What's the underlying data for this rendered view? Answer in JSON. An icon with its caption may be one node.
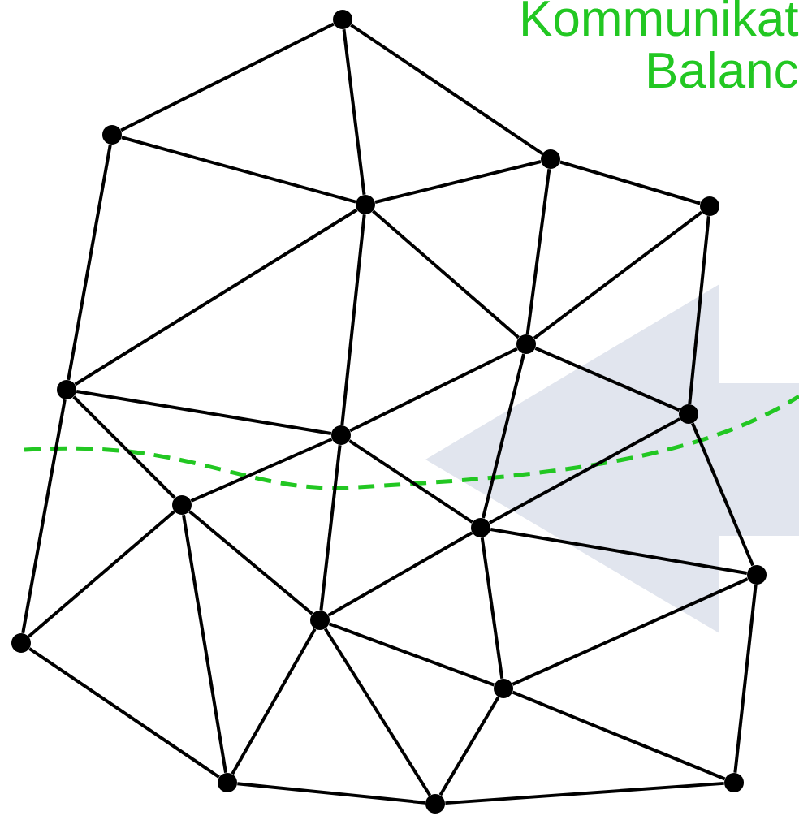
{
  "diagram": {
    "nodes": [
      {
        "text": [],
        "shape": "circle"
      },
      {
        "text": [],
        "shape": "circle"
      },
      {
        "text": [],
        "shape": "circle"
      },
      {
        "text": [],
        "shape": "circle"
      },
      {
        "text": [],
        "shape": "circle"
      },
      {
        "text": [],
        "shape": "circle"
      },
      {
        "text": [],
        "shape": "circle"
      },
      {
        "text": [],
        "shape": "circle"
      },
      {
        "text": [],
        "shape": "circle"
      },
      {
        "text": [],
        "shape": "circle"
      },
      {
        "text": [],
        "shape": "circle"
      },
      {
        "text": [],
        "shape": "circle"
      },
      {
        "text": [],
        "shape": "circle"
      },
      {
        "text": [],
        "shape": "circle"
      },
      {
        "text": [],
        "shape": "circle"
      },
      {
        "text": [],
        "shape": "circle"
      },
      {
        "text": [],
        "shape": "circle"
      },
      {
        "text": [],
        "shape": "circle"
      }
    ],
    "edges": [
      {
        "from": 0,
        "to": 1,
        "arrow": "none"
      },
      {
        "from": 0,
        "to": 3,
        "arrow": "none"
      },
      {
        "from": 0,
        "to": 2,
        "arrow": "none"
      },
      {
        "from": 1,
        "to": 3,
        "arrow": "none"
      },
      {
        "from": 1,
        "to": 5,
        "arrow": "none"
      },
      {
        "from": 3,
        "to": 2,
        "arrow": "none"
      },
      {
        "from": 2,
        "to": 4,
        "arrow": "none"
      },
      {
        "from": 3,
        "to": 5,
        "arrow": "none"
      },
      {
        "from": 3,
        "to": 7,
        "arrow": "none"
      },
      {
        "from": 3,
        "to": 6,
        "arrow": "none"
      },
      {
        "from": 2,
        "to": 6,
        "arrow": "none"
      },
      {
        "from": 4,
        "to": 6,
        "arrow": "none"
      },
      {
        "from": 4,
        "to": 8,
        "arrow": "none"
      },
      {
        "from": 6,
        "to": 8,
        "arrow": "none"
      },
      {
        "from": 6,
        "to": 7,
        "arrow": "none"
      },
      {
        "from": 6,
        "to": 10,
        "arrow": "none"
      },
      {
        "from": 5,
        "to": 7,
        "arrow": "none"
      },
      {
        "from": 5,
        "to": 9,
        "arrow": "none"
      },
      {
        "from": 5,
        "to": 12,
        "arrow": "none"
      },
      {
        "from": 7,
        "to": 9,
        "arrow": "none"
      },
      {
        "from": 7,
        "to": 13,
        "arrow": "none"
      },
      {
        "from": 7,
        "to": 10,
        "arrow": "none"
      },
      {
        "from": 8,
        "to": 10,
        "arrow": "none"
      },
      {
        "from": 8,
        "to": 11,
        "arrow": "none"
      },
      {
        "from": 9,
        "to": 12,
        "arrow": "none"
      },
      {
        "from": 9,
        "to": 13,
        "arrow": "none"
      },
      {
        "from": 9,
        "to": 15,
        "arrow": "none"
      },
      {
        "from": 10,
        "to": 13,
        "arrow": "none"
      },
      {
        "from": 10,
        "to": 14,
        "arrow": "none"
      },
      {
        "from": 10,
        "to": 11,
        "arrow": "none"
      },
      {
        "from": 12,
        "to": 15,
        "arrow": "none"
      },
      {
        "from": 13,
        "to": 15,
        "arrow": "none"
      },
      {
        "from": 13,
        "to": 16,
        "arrow": "none"
      },
      {
        "from": 13,
        "to": 14,
        "arrow": "none"
      },
      {
        "from": 14,
        "to": 11,
        "arrow": "none"
      },
      {
        "from": 14,
        "to": 16,
        "arrow": "none"
      },
      {
        "from": 14,
        "to": 17,
        "arrow": "none"
      },
      {
        "from": 11,
        "to": 17,
        "arrow": "none"
      },
      {
        "from": 15,
        "to": 16,
        "arrow": "none"
      },
      {
        "from": 16,
        "to": 17,
        "arrow": "none"
      }
    ],
    "labels": [
      "Kommunikat",
      "Balanc"
    ]
  }
}
